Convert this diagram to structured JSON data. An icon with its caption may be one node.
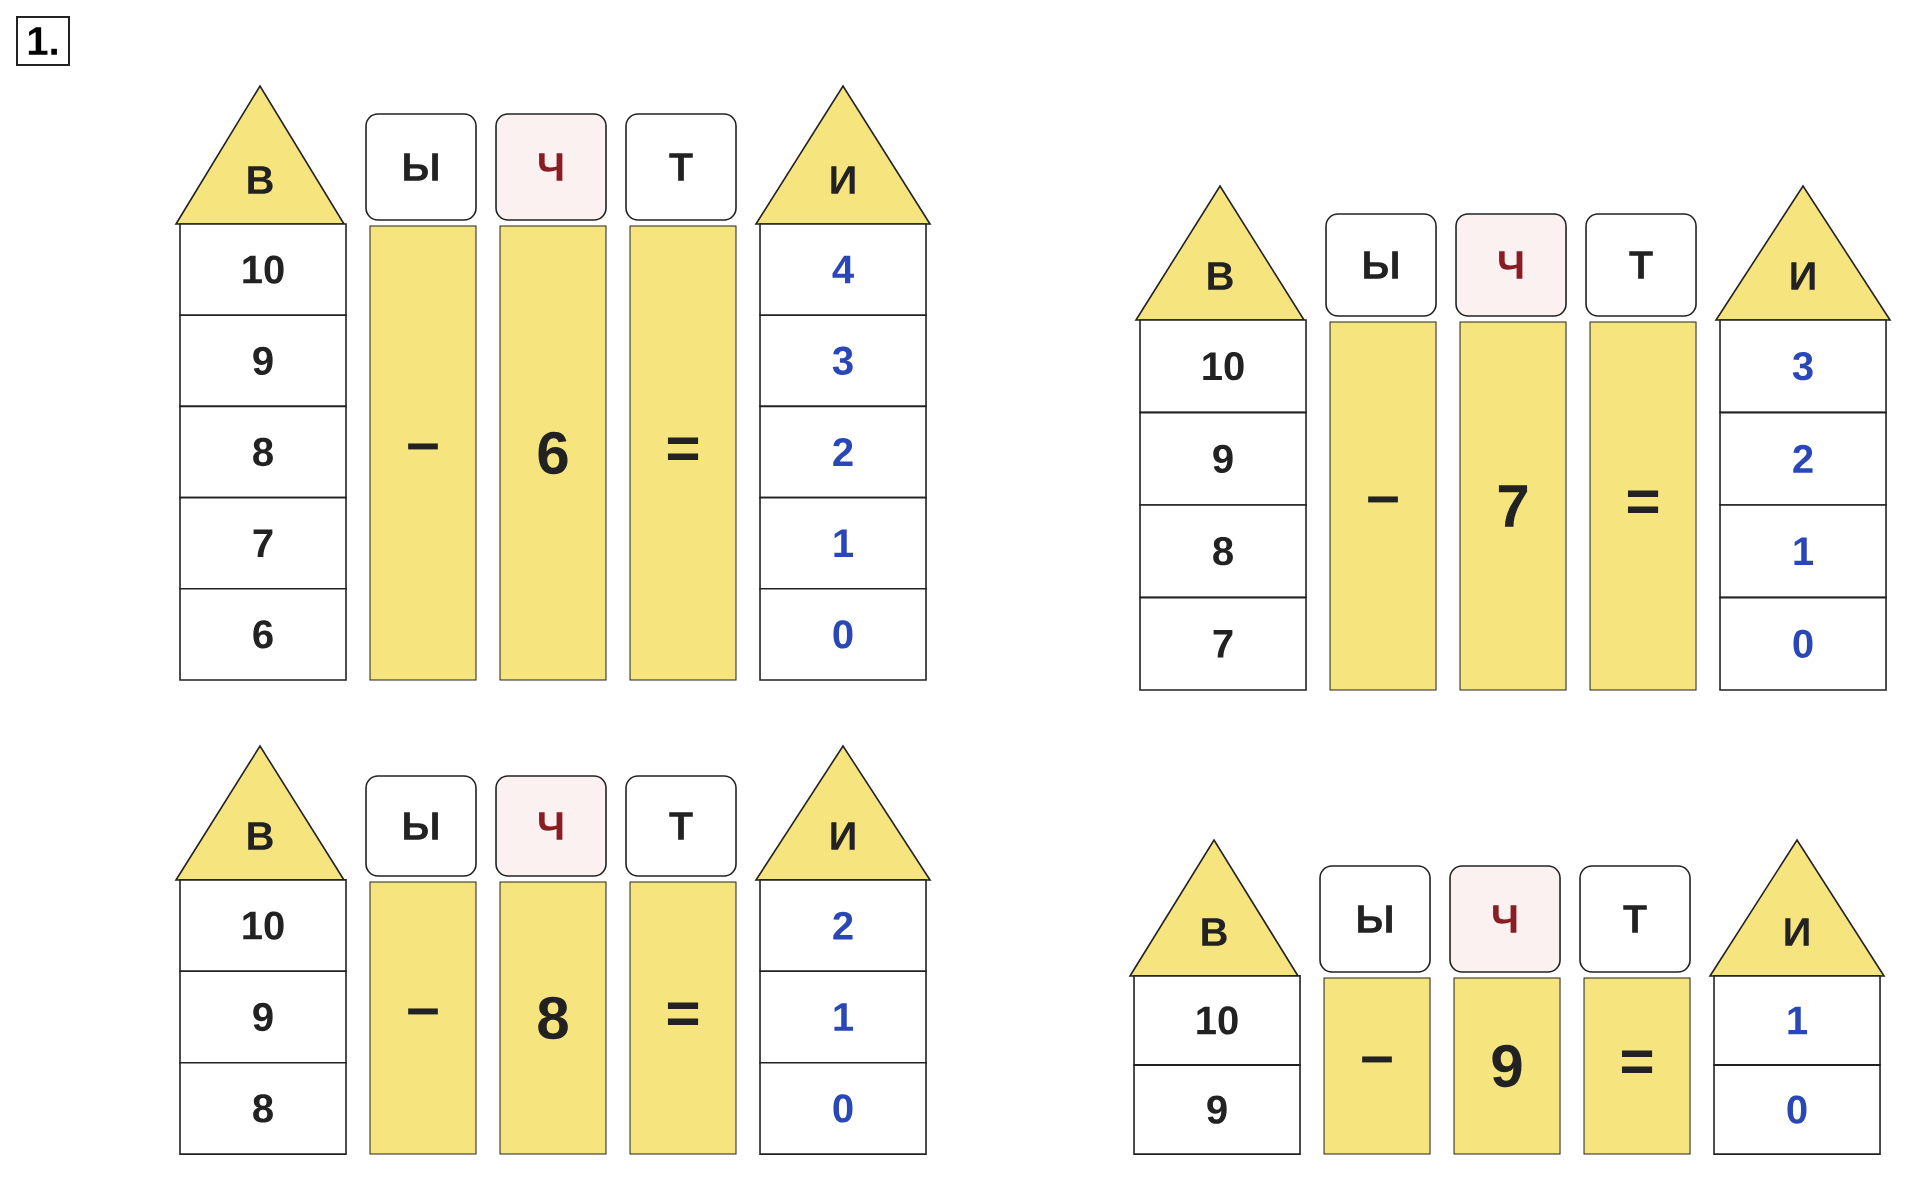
{
  "diagram": {
    "nodes": [
      {
        "text": [
          "В"
        ]
      },
      {
        "text": [
          "Ы"
        ]
      },
      {
        "text": [
          "Ч"
        ]
      },
      {
        "text": [
          "Т"
        ]
      },
      {
        "text": [
          "И"
        ]
      },
      {
        "text": [
          "10"
        ]
      },
      {
        "text": [
          "9"
        ]
      },
      {
        "text": [
          "8"
        ]
      },
      {
        "text": [
          "7"
        ]
      },
      {
        "text": [
          "6"
        ]
      },
      {
        "text": [
          "–"
        ]
      },
      {
        "text": [
          "6"
        ]
      },
      {
        "text": [
          "="
        ]
      },
      {
        "text": [
          "4"
        ]
      },
      {
        "text": [
          "3"
        ]
      },
      {
        "text": [
          "2"
        ]
      },
      {
        "text": [
          "1"
        ]
      },
      {
        "text": [
          "0"
        ]
      },
      {
        "text": [
          "В"
        ]
      },
      {
        "text": [
          "Ы"
        ]
      },
      {
        "text": [
          "Ч"
        ]
      },
      {
        "text": [
          "Т"
        ]
      },
      {
        "text": [
          "И"
        ]
      },
      {
        "text": [
          "10"
        ]
      },
      {
        "text": [
          "9"
        ]
      },
      {
        "text": [
          "8"
        ]
      },
      {
        "text": [
          "7"
        ]
      },
      {
        "text": [
          "–"
        ]
      },
      {
        "text": [
          "7"
        ]
      },
      {
        "text": [
          "="
        ]
      },
      {
        "text": [
          "3"
        ]
      },
      {
        "text": [
          "2"
        ]
      },
      {
        "text": [
          "1"
        ]
      },
      {
        "text": [
          "0"
        ]
      },
      {
        "text": [
          "В"
        ]
      },
      {
        "text": [
          "Ы"
        ]
      },
      {
        "text": [
          "Ч"
        ]
      },
      {
        "text": [
          "Т"
        ]
      },
      {
        "text": [
          "И"
        ]
      },
      {
        "text": [
          "10"
        ]
      },
      {
        "text": [
          "9"
        ]
      },
      {
        "text": [
          "8"
        ]
      },
      {
        "text": [
          "–"
        ]
      },
      {
        "text": [
          "8"
        ]
      },
      {
        "text": [
          "="
        ]
      },
      {
        "text": [
          "2"
        ]
      },
      {
        "text": [
          "1"
        ]
      },
      {
        "text": [
          "0"
        ]
      },
      {
        "text": [
          "В"
        ]
      },
      {
        "text": [
          "Ы"
        ]
      },
      {
        "text": [
          "Ч"
        ]
      },
      {
        "text": [
          "Т"
        ]
      },
      {
        "text": [
          "И"
        ]
      },
      {
        "text": [
          "10"
        ]
      },
      {
        "text": [
          "9"
        ]
      },
      {
        "text": [
          "–"
        ]
      },
      {
        "text": [
          "9"
        ]
      },
      {
        "text": [
          "="
        ]
      },
      {
        "text": [
          "1"
        ]
      },
      {
        "text": [
          "0"
        ]
      }
    ],
    "labels": [
      "1."
    ]
  }
}
